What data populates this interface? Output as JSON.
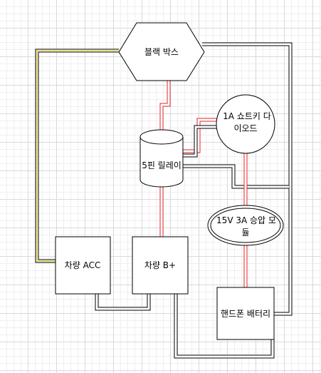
{
  "nodes": {
    "black_box": "블랙 박스",
    "relay": "5핀 릴레이",
    "diode_line1": "1A 쇼트키 다",
    "diode_line2": "이오드",
    "module_line1": "15V 3A 승압 모",
    "module_line2": "듈",
    "car_acc": "차량 ACC",
    "car_bplus": "차량 B+",
    "phone_battery": "핸드폰 배터리"
  },
  "wire_colors": {
    "black": "#000000",
    "red": "#e02424",
    "yellow": "#d9c100"
  },
  "edges": [
    {
      "from": "black_box",
      "to": "relay",
      "color": "red"
    },
    {
      "from": "relay",
      "to": "diode",
      "color": "red"
    },
    {
      "from": "relay",
      "to": "diode",
      "color": "black"
    },
    {
      "from": "relay",
      "to": "car_bplus",
      "color": "red"
    },
    {
      "from": "relay",
      "to": "phone_battery",
      "color": "black"
    },
    {
      "from": "diode",
      "to": "module",
      "color": "red"
    },
    {
      "from": "module",
      "to": "phone_battery",
      "color": "red"
    },
    {
      "from": "car_acc",
      "to": "black_box",
      "color": "yellow"
    },
    {
      "from": "car_acc",
      "to": "car_bplus",
      "color": "black"
    },
    {
      "from": "car_bplus",
      "to": "phone_battery",
      "color": "black"
    },
    {
      "from": "black_box",
      "to": "phone_battery",
      "color": "black"
    }
  ]
}
